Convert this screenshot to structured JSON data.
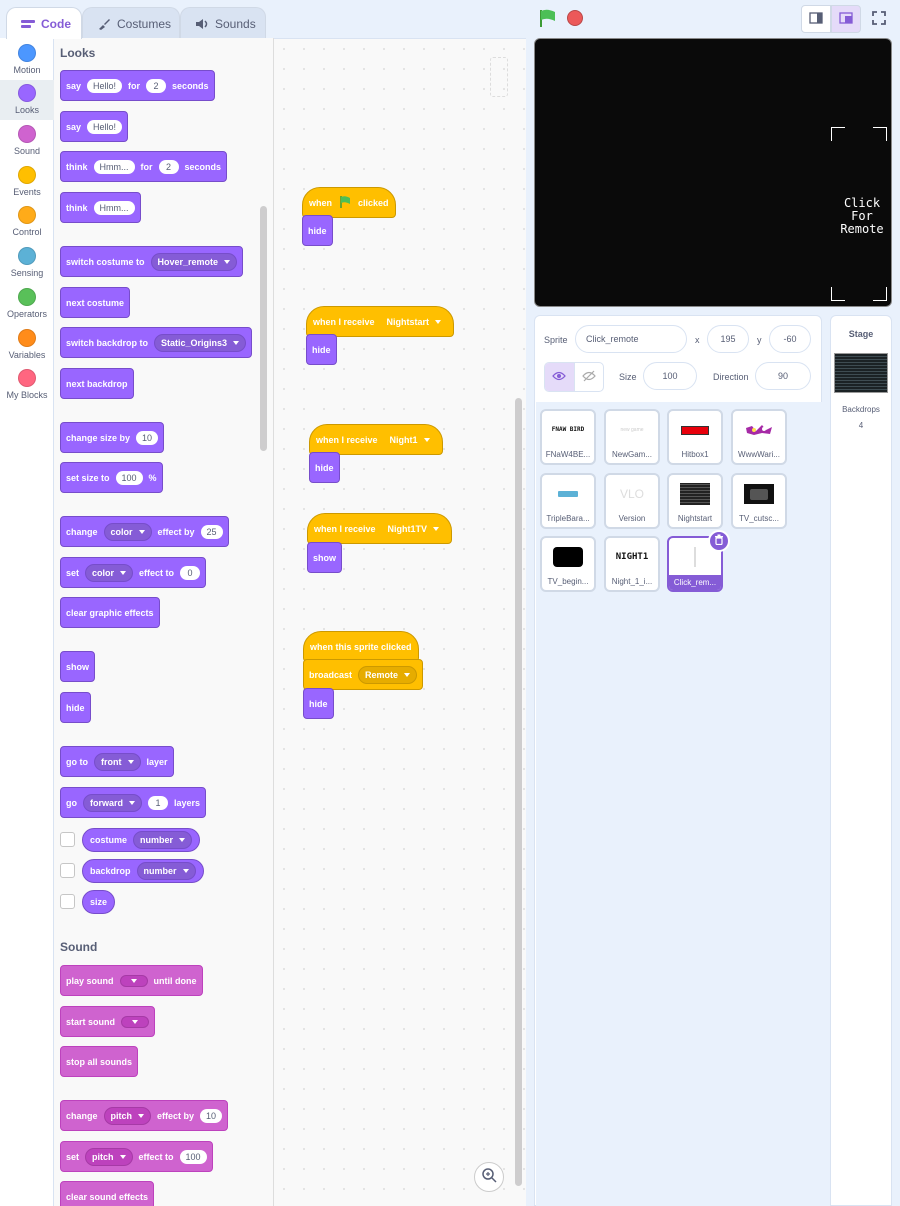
{
  "tabs": {
    "code": "Code",
    "costumes": "Costumes",
    "sounds": "Sounds"
  },
  "categories": [
    {
      "label": "Motion",
      "color": "#4c97ff"
    },
    {
      "label": "Looks",
      "color": "#9966ff"
    },
    {
      "label": "Sound",
      "color": "#cf63cf"
    },
    {
      "label": "Events",
      "color": "#ffbf00"
    },
    {
      "label": "Control",
      "color": "#ffab19"
    },
    {
      "label": "Sensing",
      "color": "#5cb1d6"
    },
    {
      "label": "Operators",
      "color": "#59c059"
    },
    {
      "label": "Variables",
      "color": "#ff8c1a"
    },
    {
      "label": "My Blocks",
      "color": "#ff6680"
    }
  ],
  "palette": {
    "looks_title": "Looks",
    "sound_title": "Sound",
    "say_for": {
      "say": "say",
      "msg": "Hello!",
      "for": "for",
      "secs": "2",
      "seconds": "seconds"
    },
    "say": {
      "say": "say",
      "msg": "Hello!"
    },
    "think_for": {
      "think": "think",
      "msg": "Hmm...",
      "for": "for",
      "secs": "2",
      "seconds": "seconds"
    },
    "think": {
      "think": "think",
      "msg": "Hmm..."
    },
    "switch_costume": {
      "label": "switch costume to",
      "value": "Hover_remote"
    },
    "next_costume": "next costume",
    "switch_backdrop": {
      "label": "switch backdrop to",
      "value": "Static_Origins3"
    },
    "next_backdrop": "next backdrop",
    "change_size": {
      "label": "change size by",
      "value": "10"
    },
    "set_size": {
      "label": "set size to",
      "value": "100",
      "unit": "%"
    },
    "change_effect": {
      "label": "change",
      "effect": "color",
      "by": "effect by",
      "value": "25"
    },
    "set_effect": {
      "label": "set",
      "effect": "color",
      "to": "effect to",
      "value": "0"
    },
    "clear_effects": "clear graphic effects",
    "show": "show",
    "hide": "hide",
    "go_to": {
      "label": "go to",
      "value": "front",
      "layer": "layer"
    },
    "go_layers": {
      "label": "go",
      "dir": "forward",
      "value": "1",
      "layers": "layers"
    },
    "costume_rep": {
      "label": "costume",
      "value": "number"
    },
    "backdrop_rep": {
      "label": "backdrop",
      "value": "number"
    },
    "size_rep": "size",
    "play_sound": {
      "label": "play sound",
      "tail": "until done"
    },
    "start_sound": "start sound",
    "stop_sounds": "stop all sounds",
    "change_pitch": {
      "label": "change",
      "effect": "pitch",
      "by": "effect by",
      "value": "10"
    },
    "set_pitch": {
      "label": "set",
      "effect": "pitch",
      "to": "effect to",
      "value": "100"
    },
    "clear_sound": "clear sound effects"
  },
  "scripts": {
    "s1": {
      "when": "when",
      "clicked": "clicked",
      "action": "hide"
    },
    "s2": {
      "label": "when I receive",
      "msg": "Nightstart",
      "action": "hide"
    },
    "s3": {
      "label": "when I receive",
      "msg": "Night1",
      "action": "hide"
    },
    "s4": {
      "label": "when I receive",
      "msg": "Night1TV",
      "action": "show"
    },
    "s5": {
      "label": "when this sprite clicked",
      "broadcast": "broadcast",
      "msg": "Remote",
      "action": "hide"
    }
  },
  "stage_text": "Click For Remote",
  "sprite_info": {
    "sprite_label": "Sprite",
    "sprite_name": "Click_remote",
    "x_label": "x",
    "x": "195",
    "y_label": "y",
    "y": "-60",
    "size_label": "Size",
    "size": "100",
    "direction_label": "Direction",
    "direction": "90"
  },
  "sprites": [
    {
      "name": "FNaW4BE...",
      "thumb": "FNAW BIRD"
    },
    {
      "name": "NewGam...",
      "thumb": "new game"
    },
    {
      "name": "Hitbox1",
      "thumb": ""
    },
    {
      "name": "WwwWari...",
      "thumb": ""
    },
    {
      "name": "TripleBara...",
      "thumb": ""
    },
    {
      "name": "Version",
      "thumb": "VLO"
    },
    {
      "name": "Nightstart",
      "thumb": ""
    },
    {
      "name": "TV_cutsc...",
      "thumb": ""
    },
    {
      "name": "TV_begin...",
      "thumb": ""
    },
    {
      "name": "Night_1_i...",
      "thumb": "NIGHT1"
    },
    {
      "name": "Click_rem...",
      "thumb": ""
    }
  ],
  "stage_panel": {
    "title": "Stage",
    "backdrops_label": "Backdrops",
    "backdrops_count": "4"
  }
}
